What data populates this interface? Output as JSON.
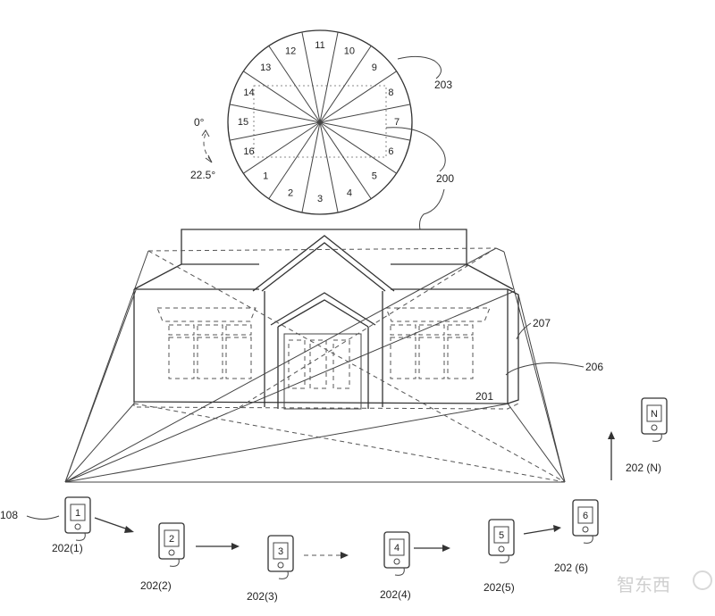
{
  "compass": {
    "ref_label": "200",
    "ring_label": "203",
    "zero_label": "0°",
    "step_label": "22.5°",
    "segments": [
      "1",
      "2",
      "3",
      "4",
      "5",
      "6",
      "7",
      "8",
      "9",
      "10",
      "11",
      "12",
      "13",
      "14",
      "15",
      "16"
    ]
  },
  "building": {
    "label": "201",
    "edge_labels": [
      "207",
      "206"
    ]
  },
  "devices": [
    {
      "id": "1",
      "caption": "202(1)"
    },
    {
      "id": "2",
      "caption": "202(2)"
    },
    {
      "id": "3",
      "caption": "202(3)"
    },
    {
      "id": "4",
      "caption": "202(4)"
    },
    {
      "id": "5",
      "caption": "202(5)"
    },
    {
      "id": "6",
      "caption": "202 (6)"
    },
    {
      "id": "N",
      "caption": "202 (N)"
    }
  ],
  "device_ref": "108",
  "watermark": "智东西"
}
